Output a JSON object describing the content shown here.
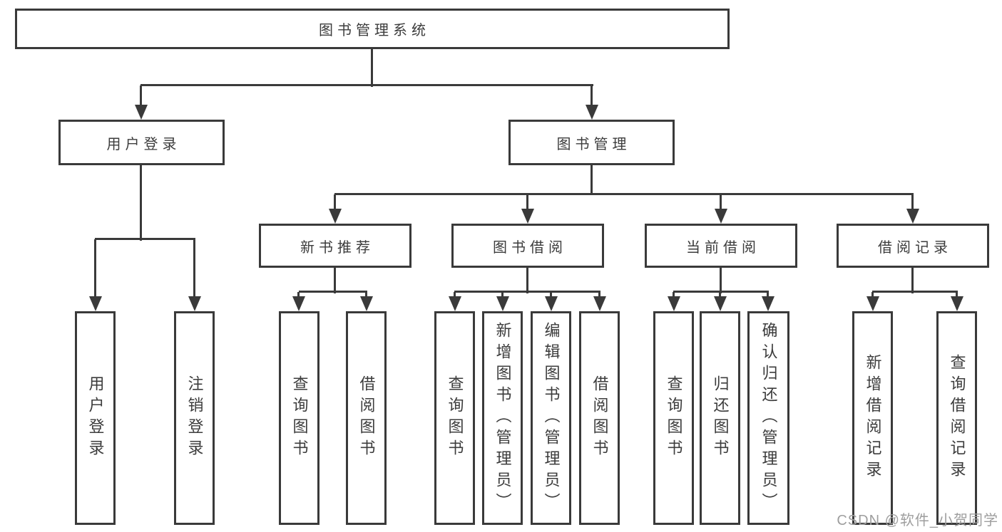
{
  "watermark": "CSDN @软件_小贺同学",
  "colors": {
    "line": "#3a3a3a",
    "text": "#3c3c3c",
    "watermark": "#9e9e9e",
    "background": "#ffffff"
  },
  "tree": {
    "root": {
      "label": "图书管理系统",
      "children": [
        {
          "label": "用户登录",
          "children": [
            {
              "label": "用户登录"
            },
            {
              "label": "注销登录"
            }
          ]
        },
        {
          "label": "图书管理",
          "children": [
            {
              "label": "新书推荐",
              "children": [
                {
                  "label": "查询图书"
                },
                {
                  "label": "借阅图书"
                }
              ]
            },
            {
              "label": "图书借阅",
              "children": [
                {
                  "label": "查询图书"
                },
                {
                  "label": "新增图书（管理员）"
                },
                {
                  "label": "编辑图书（管理员）"
                },
                {
                  "label": "借阅图书"
                }
              ]
            },
            {
              "label": "当前借阅",
              "children": [
                {
                  "label": "查询图书"
                },
                {
                  "label": "归还图书"
                },
                {
                  "label": "确认归还（管理员）"
                }
              ]
            },
            {
              "label": "借阅记录",
              "children": [
                {
                  "label": "新增借阅记录"
                },
                {
                  "label": "查询借阅记录"
                }
              ]
            }
          ]
        }
      ]
    }
  }
}
